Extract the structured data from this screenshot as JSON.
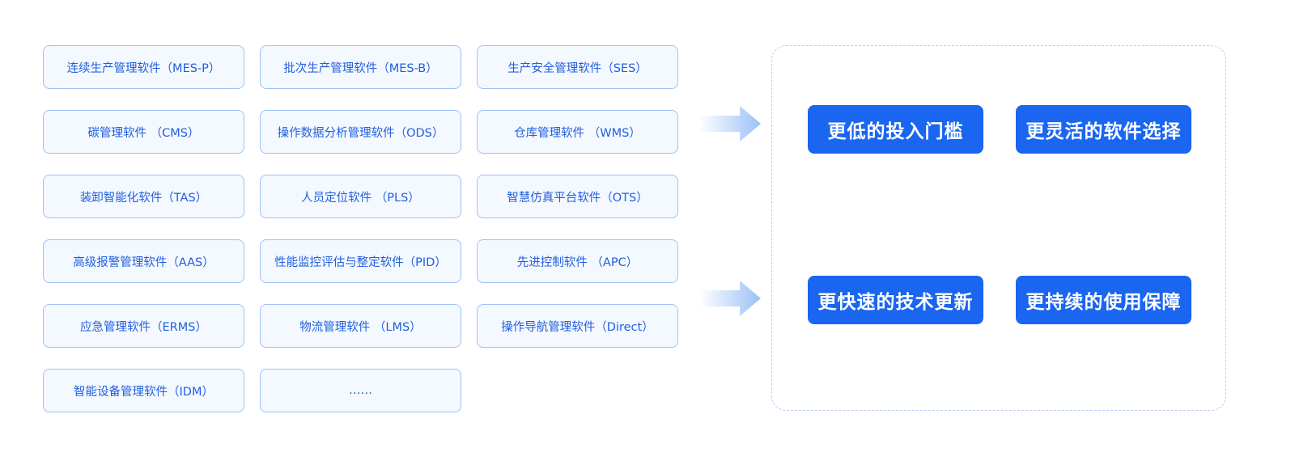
{
  "software_list": [
    "连续生产管理软件（MES-P）",
    "批次生产管理软件（MES-B）",
    "生产安全管理软件（SES）",
    "碳管理软件 （CMS）",
    "操作数据分析管理软件（ODS）",
    "仓库管理软件 （WMS）",
    "装卸智能化软件（TAS）",
    "人员定位软件 （PLS）",
    "智慧仿真平台软件（OTS）",
    "高级报警管理软件（AAS）",
    "性能监控评估与整定软件（PID）",
    "先进控制软件 （APC）",
    "应急管理软件（ERMS）",
    "物流管理软件 （LMS）",
    "操作导航管理软件（Direct）",
    "智能设备管理软件（IDM）",
    "……"
  ],
  "benefits": [
    "更低的投入门槛",
    "更灵活的软件选择",
    "更快速的技术更新",
    "更持续的使用保障"
  ],
  "colors": {
    "card_border": "#9fc0f7",
    "card_bg": "#f4f8ff",
    "card_text": "#1f5fe0",
    "benefit_bg": "#1a66f0",
    "panel_border": "#b8cdf2",
    "arrow": "#9cc0f8"
  }
}
